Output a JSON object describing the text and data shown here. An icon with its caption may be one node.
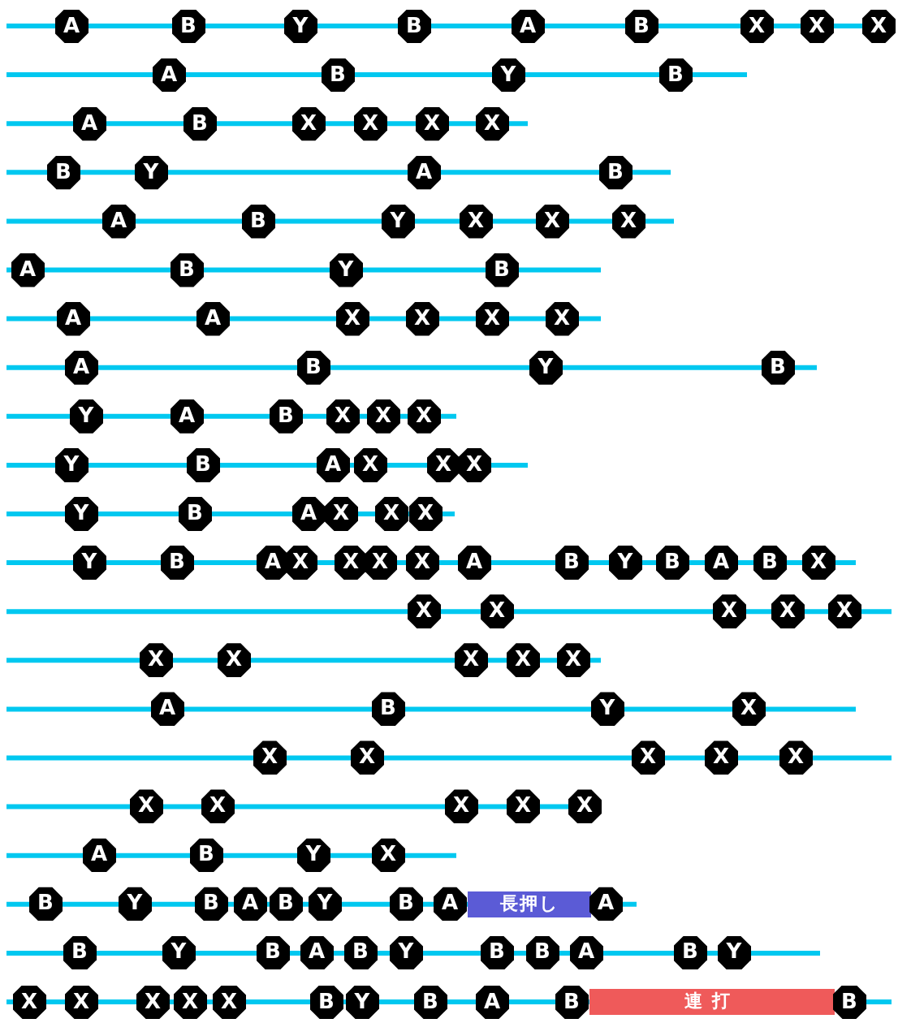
{
  "diagram": {
    "nodes": [
      {
        "text": [
          "A"
        ]
      },
      {
        "text": [
          "B"
        ]
      },
      {
        "text": [
          "Y"
        ]
      },
      {
        "text": [
          "B"
        ]
      },
      {
        "text": [
          "A"
        ]
      },
      {
        "text": [
          "B"
        ]
      },
      {
        "text": [
          "X"
        ]
      },
      {
        "text": [
          "X"
        ]
      },
      {
        "text": [
          "X"
        ]
      },
      {
        "text": [
          "A"
        ]
      },
      {
        "text": [
          "B"
        ]
      },
      {
        "text": [
          "Y"
        ]
      },
      {
        "text": [
          "B"
        ]
      },
      {
        "text": [
          "A"
        ]
      },
      {
        "text": [
          "B"
        ]
      },
      {
        "text": [
          "X"
        ]
      },
      {
        "text": [
          "X"
        ]
      },
      {
        "text": [
          "X"
        ]
      },
      {
        "text": [
          "X"
        ]
      },
      {
        "text": [
          "B"
        ]
      },
      {
        "text": [
          "Y"
        ]
      },
      {
        "text": [
          "A"
        ]
      },
      {
        "text": [
          "B"
        ]
      },
      {
        "text": [
          "A"
        ]
      },
      {
        "text": [
          "B"
        ]
      },
      {
        "text": [
          "Y"
        ]
      },
      {
        "text": [
          "X"
        ]
      },
      {
        "text": [
          "X"
        ]
      },
      {
        "text": [
          "X"
        ]
      },
      {
        "text": [
          "A"
        ]
      },
      {
        "text": [
          "B"
        ]
      },
      {
        "text": [
          "Y"
        ]
      },
      {
        "text": [
          "B"
        ]
      },
      {
        "text": [
          "A"
        ]
      },
      {
        "text": [
          "A"
        ]
      },
      {
        "text": [
          "X"
        ]
      },
      {
        "text": [
          "X"
        ]
      },
      {
        "text": [
          "X"
        ]
      },
      {
        "text": [
          "X"
        ]
      },
      {
        "text": [
          "A"
        ]
      },
      {
        "text": [
          "B"
        ]
      },
      {
        "text": [
          "Y"
        ]
      },
      {
        "text": [
          "B"
        ]
      },
      {
        "text": [
          "Y"
        ]
      },
      {
        "text": [
          "A"
        ]
      },
      {
        "text": [
          "B"
        ]
      },
      {
        "text": [
          "X"
        ]
      },
      {
        "text": [
          "X"
        ]
      },
      {
        "text": [
          "X"
        ]
      },
      {
        "text": [
          "Y"
        ]
      },
      {
        "text": [
          "B"
        ]
      },
      {
        "text": [
          "A"
        ]
      },
      {
        "text": [
          "X"
        ]
      },
      {
        "text": [
          "X"
        ]
      },
      {
        "text": [
          "X"
        ]
      },
      {
        "text": [
          "Y"
        ]
      },
      {
        "text": [
          "B"
        ]
      },
      {
        "text": [
          "A"
        ]
      },
      {
        "text": [
          "X"
        ]
      },
      {
        "text": [
          "X"
        ]
      },
      {
        "text": [
          "X"
        ]
      },
      {
        "text": [
          "Y"
        ]
      },
      {
        "text": [
          "B"
        ]
      },
      {
        "text": [
          "A"
        ]
      },
      {
        "text": [
          "X"
        ]
      },
      {
        "text": [
          "X"
        ]
      },
      {
        "text": [
          "X"
        ]
      },
      {
        "text": [
          "X"
        ]
      },
      {
        "text": [
          "A"
        ]
      },
      {
        "text": [
          "B"
        ]
      },
      {
        "text": [
          "Y"
        ]
      },
      {
        "text": [
          "B"
        ]
      },
      {
        "text": [
          "A"
        ]
      },
      {
        "text": [
          "B"
        ]
      },
      {
        "text": [
          "X"
        ]
      },
      {
        "text": [
          "X"
        ]
      },
      {
        "text": [
          "X"
        ]
      },
      {
        "text": [
          "X"
        ]
      },
      {
        "text": [
          "X"
        ]
      },
      {
        "text": [
          "X"
        ]
      },
      {
        "text": [
          "X"
        ]
      },
      {
        "text": [
          "X"
        ]
      },
      {
        "text": [
          "X"
        ]
      },
      {
        "text": [
          "X"
        ]
      },
      {
        "text": [
          "X"
        ]
      },
      {
        "text": [
          "A"
        ]
      },
      {
        "text": [
          "B"
        ]
      },
      {
        "text": [
          "Y"
        ]
      },
      {
        "text": [
          "X"
        ]
      },
      {
        "text": [
          "X"
        ]
      },
      {
        "text": [
          "X"
        ]
      },
      {
        "text": [
          "X"
        ]
      },
      {
        "text": [
          "X"
        ]
      },
      {
        "text": [
          "X"
        ]
      },
      {
        "text": [
          "X"
        ]
      },
      {
        "text": [
          "X"
        ]
      },
      {
        "text": [
          "X"
        ]
      },
      {
        "text": [
          "X"
        ]
      },
      {
        "text": [
          "X"
        ]
      },
      {
        "text": [
          "A"
        ]
      },
      {
        "text": [
          "B"
        ]
      },
      {
        "text": [
          "Y"
        ]
      },
      {
        "text": [
          "X"
        ]
      },
      {
        "text": [
          "B"
        ]
      },
      {
        "text": [
          "Y"
        ]
      },
      {
        "text": [
          "B"
        ]
      },
      {
        "text": [
          "A"
        ]
      },
      {
        "text": [
          "B"
        ]
      },
      {
        "text": [
          "Y"
        ]
      },
      {
        "text": [
          "B"
        ]
      },
      {
        "text": [
          "A"
        ]
      },
      {
        "text": [
          "長押し"
        ]
      },
      {
        "text": [
          "A"
        ]
      },
      {
        "text": [
          "B"
        ]
      },
      {
        "text": [
          "Y"
        ]
      },
      {
        "text": [
          "B"
        ]
      },
      {
        "text": [
          "A"
        ]
      },
      {
        "text": [
          "B"
        ]
      },
      {
        "text": [
          "Y"
        ]
      },
      {
        "text": [
          "B"
        ]
      },
      {
        "text": [
          "B"
        ]
      },
      {
        "text": [
          "A"
        ]
      },
      {
        "text": [
          "B"
        ]
      },
      {
        "text": [
          "Y"
        ]
      },
      {
        "text": [
          "X"
        ]
      },
      {
        "text": [
          "X"
        ]
      },
      {
        "text": [
          "X"
        ]
      },
      {
        "text": [
          "X"
        ]
      },
      {
        "text": [
          "X"
        ]
      },
      {
        "text": [
          "B"
        ]
      },
      {
        "text": [
          "Y"
        ]
      },
      {
        "text": [
          "B"
        ]
      },
      {
        "text": [
          "A"
        ]
      },
      {
        "text": [
          "B"
        ]
      },
      {
        "text": [
          "連打"
        ]
      },
      {
        "text": [
          "B"
        ]
      }
    ]
  }
}
